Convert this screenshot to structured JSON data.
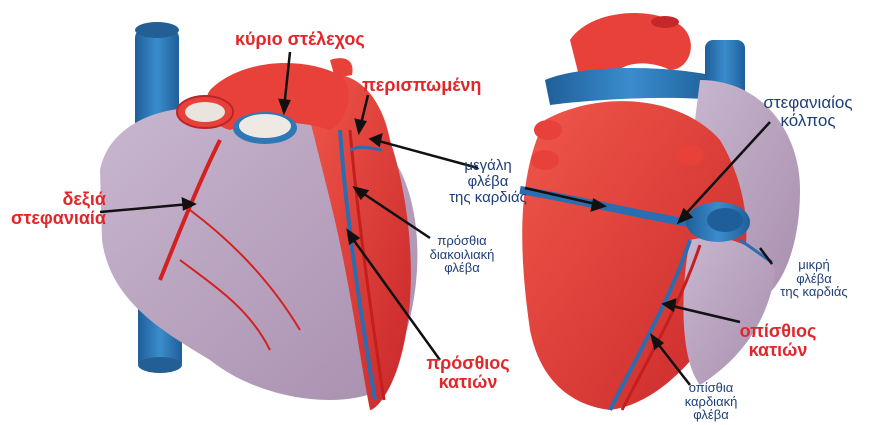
{
  "labels": {
    "main_trunk": "κύριο στέλεχος",
    "circumflex": "περισπωμένη",
    "right_coronary": "δεξιά\nστεφανιαία",
    "great_cardiac_vein": "μεγάλη\nφλέβα\nτης καρδιάς",
    "anterior_interventricular_vein": "πρόσθια\nδιακοιλιακή\nφλέβα",
    "anterior_descending": "πρόσθιος\nκατιών",
    "coronary_sinus": "στεφανιαίος\nκόλπος",
    "small_cardiac_vein": "μικρή\nφλέβα\nτης καρδιάς",
    "posterior_descending": "οπίσθιος\nκατιών",
    "posterior_cardiac_vein": "οπίσθια\nκαρδιακή\nφλέβα"
  },
  "colors": {
    "artery": "#e3262a",
    "vein_label": "#1f3f7a",
    "muscle": "#e8413a",
    "atrium": "#b7a2c0",
    "vessel_blue": "#2f78b8"
  }
}
